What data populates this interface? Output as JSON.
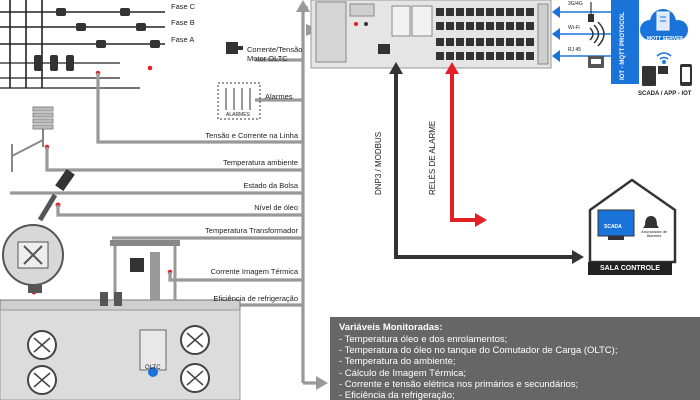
{
  "phases": {
    "c": "Fase C",
    "b": "Fase B",
    "a": "Fase A"
  },
  "sensors": {
    "current_voltage_oltc": "Corrente/Tensão\nMotor OLTC",
    "alarms": "Alarmes",
    "alarms_tag": "ALARMES",
    "line_voltage_current": "Tensão e Corrente na Linha",
    "ambient_temp": "Temperatura ambiente",
    "bag_state": "Estado da Bolsa",
    "oil_level": "Nível de óleo",
    "transformer_temp": "Temperatura Transformador",
    "thermal_image_current": "Corrente Imagem Térmica",
    "cooling_efficiency": "Eficiência de refrigeração",
    "oltc_tag": "OLTC"
  },
  "comms": {
    "band_3g4g": "3G/4G",
    "wifi": "Wi-Fi",
    "rj45": "RJ 45",
    "iot_protocol": "IOT - MQTT PROTOCOL",
    "mqtt_server": "MQTT SERVER",
    "scada_app_iot": "SCADA / APP - IOT",
    "dnp3_modbus": "DNP3 / MODBUS",
    "alarm_relays": "RELÉS DE ALARME"
  },
  "control_room": {
    "title": "SALA CONTROLE",
    "scada": "SCADA",
    "annunciator": "Anunciador de Alarmes"
  },
  "monitored": {
    "title": "Variáveis Monitoradas:",
    "items": [
      "- Temperatura óleo e dos enrolamentos;",
      "- Temperatura do óleo no tanque do Comutador de Carga (OLTC);",
      "- Temperatura do ambiente;",
      "- Cálculo de Imagem Térmica;",
      "- Corrente e tensão elétrica nos primários e secundários;",
      "- Eficiência da refrigeração;"
    ]
  },
  "colors": {
    "bus": "#999999",
    "alarm": "#e31e24",
    "comm": "#333333",
    "iot": "#1a73d9"
  }
}
